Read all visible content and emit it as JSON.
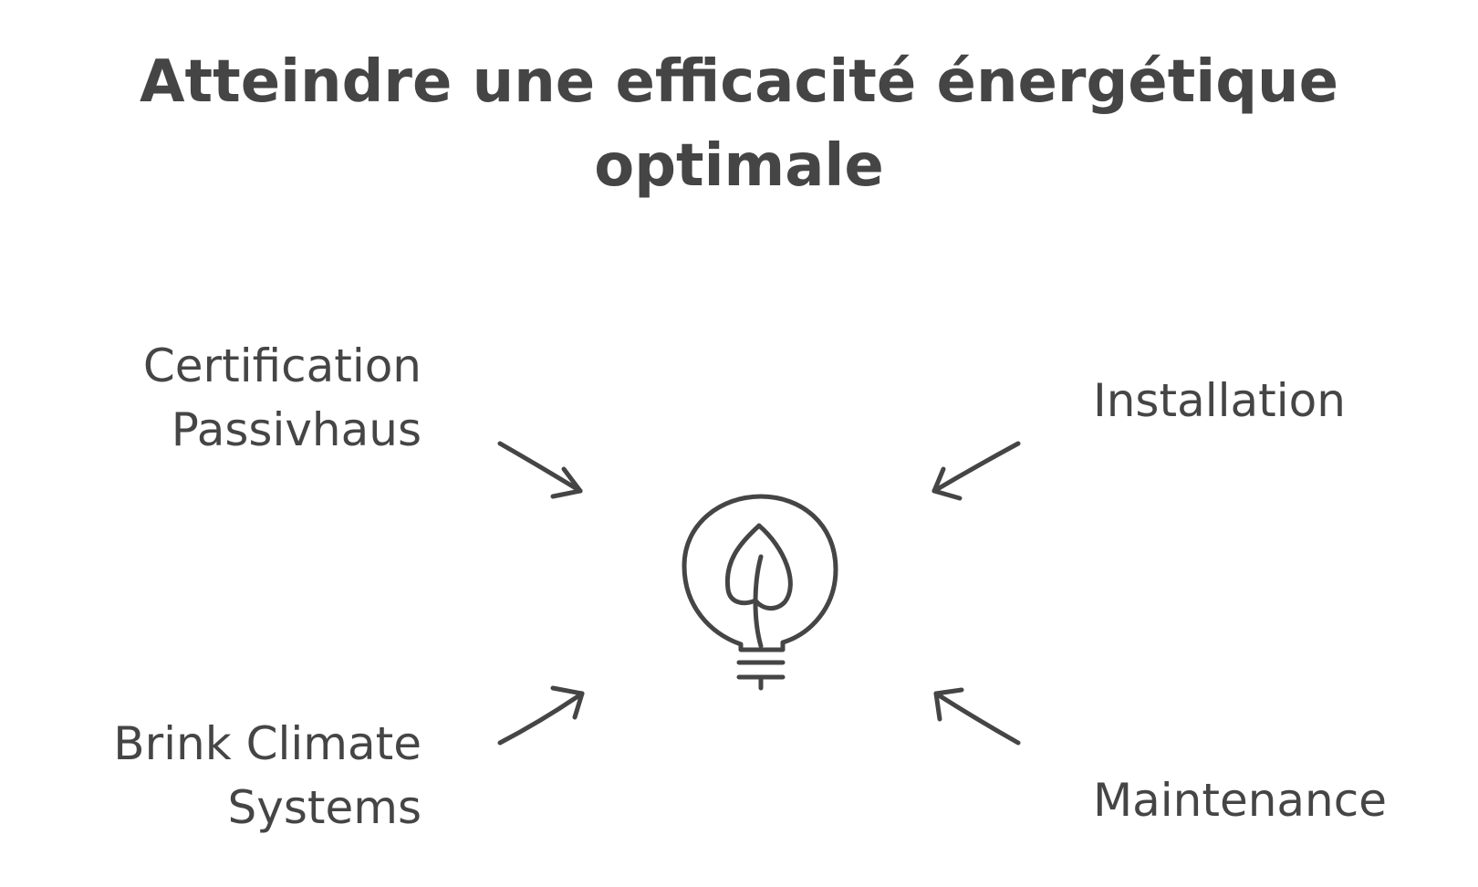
{
  "title": {
    "line1": "Atteindre une efficacité énergétique",
    "line2": "optimale"
  },
  "center": {
    "icon": "lightbulb-leaf-icon"
  },
  "items": {
    "top_left": {
      "line1": "Certification",
      "line2": "Passivhaus"
    },
    "bottom_left": {
      "line1": "Brink Climate",
      "line2": "Systems"
    },
    "top_right": {
      "line1": "Installation"
    },
    "bottom_right": {
      "line1": "Maintenance"
    }
  },
  "colors": {
    "ink": "#454545",
    "background": "#ffffff"
  }
}
